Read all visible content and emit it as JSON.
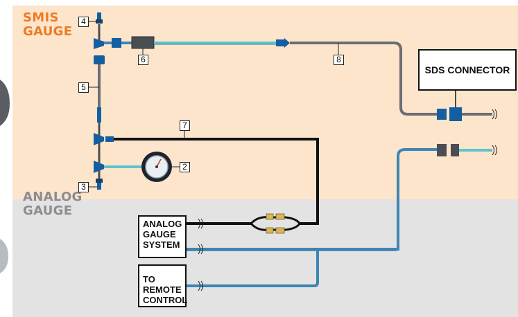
{
  "zones": {
    "smis_label": "SMIS\nGAUGE",
    "analog_label": "ANALOG\nGAUGE"
  },
  "callouts": {
    "c2": "2",
    "c3": "3",
    "c4": "4",
    "c5": "5",
    "c6": "6",
    "c7": "7",
    "c8": "8"
  },
  "boxes": {
    "sds_connector": "SDS CONNECTOR",
    "analog_gauge_system": "ANALOG\nGAUGE\nSYSTEM",
    "remote_control": "TO\nREMOTE\nCONTROL"
  },
  "colors": {
    "smis_zone_bg": "#fde5cc",
    "analog_zone_bg": "#e3e3e3",
    "smis_label": "#ee7a22",
    "analog_label": "#8a8d91",
    "hose_cyan": "#5ec3cf",
    "hose_blue": "#3d85b4",
    "hose_gray": "#6b6e72",
    "hose_black": "#111111",
    "connector_blue": "#145fa0"
  }
}
